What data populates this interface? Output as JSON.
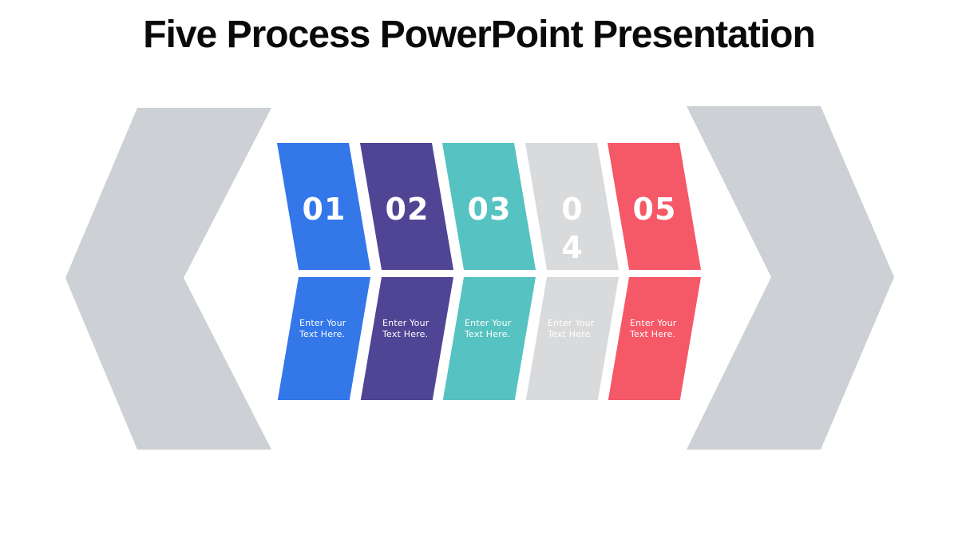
{
  "slide": {
    "title": "Five Process PowerPoint Presentation",
    "title_color": "#0a0a0a",
    "background_color": "#ffffff",
    "step_text_color": "#ffffff"
  },
  "decorations": {
    "chevron_color": "#cdd0d4",
    "left_chevron": "left-pointing chevron arrow",
    "right_chevron": "right-pointing chevron arrow"
  },
  "process_items": [
    {
      "number": "01",
      "number_lines": [
        "01"
      ],
      "placeholder": "Enter Your Text Here.",
      "placeholder_lines": [
        "Enter Your",
        "Text Here."
      ],
      "color": "#3377e8"
    },
    {
      "number": "02",
      "number_lines": [
        "02"
      ],
      "placeholder": "Enter Your Text Here.",
      "placeholder_lines": [
        "Enter Your",
        "Text Here."
      ],
      "color": "#504595"
    },
    {
      "number": "03",
      "number_lines": [
        "03"
      ],
      "placeholder": "Enter Your Text Here.",
      "placeholder_lines": [
        "Enter Your",
        "Text Here."
      ],
      "color": "#56c2c1"
    },
    {
      "number": "04",
      "number_lines": [
        "0",
        "4"
      ],
      "placeholder": "Enter Your Text Here.",
      "placeholder_lines": [
        "Enter Your",
        "Text Here."
      ],
      "color": "#d9dadb"
    },
    {
      "number": "05",
      "number_lines": [
        "05"
      ],
      "placeholder": "Enter Your Text Here.",
      "placeholder_lines": [
        "Enter Your",
        "Text Here."
      ],
      "color": "#f55867"
    }
  ]
}
